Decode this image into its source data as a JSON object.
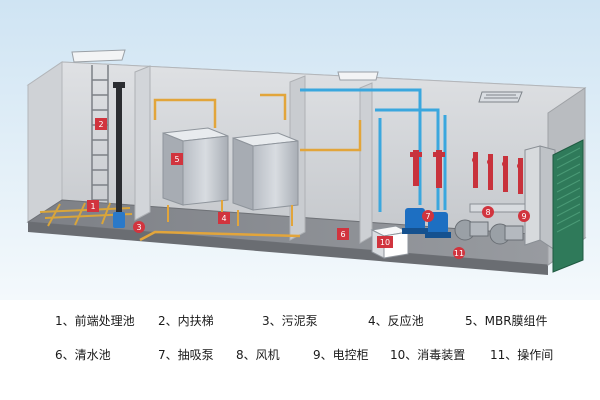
{
  "colors": {
    "background_top": "#dfeef8",
    "wall": "#d6d8dc",
    "floor": "#8e9196",
    "pipe_blue": "#3aa7de",
    "pipe_yellow": "#e2a53b",
    "pipe_red": "#c8323c",
    "badge_red": "#d1343e",
    "pump_blue": "#1d6fc2",
    "cabinet_green": "#2f7a5a"
  },
  "legend": {
    "items": [
      {
        "label": "1、前端处理池"
      },
      {
        "label": "2、内扶梯"
      },
      {
        "label": "3、污泥泵"
      },
      {
        "label": "4、反应池"
      },
      {
        "label": "5、MBR膜组件"
      },
      {
        "label": "6、清水池"
      },
      {
        "label": "7、抽吸泵"
      },
      {
        "label": "8、风机"
      },
      {
        "label": "9、电控柜"
      },
      {
        "label": "10、消毒装置"
      },
      {
        "label": "11、操作间"
      }
    ]
  },
  "markers": [
    {
      "num": "1"
    },
    {
      "num": "2"
    },
    {
      "num": "3"
    },
    {
      "num": "4"
    },
    {
      "num": "5"
    },
    {
      "num": "6"
    },
    {
      "num": "7"
    },
    {
      "num": "8"
    },
    {
      "num": "9"
    },
    {
      "num": "10"
    },
    {
      "num": "11"
    }
  ]
}
